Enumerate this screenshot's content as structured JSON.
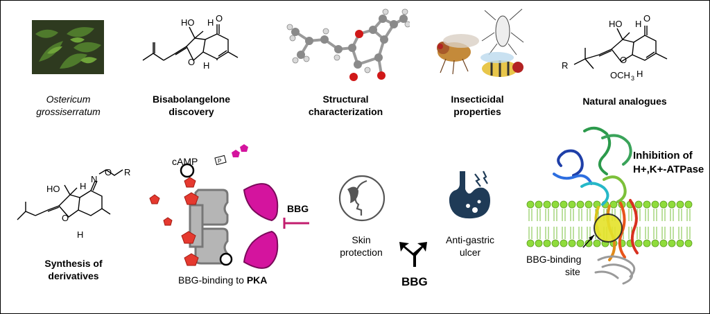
{
  "top_row": {
    "plant_species": [
      "Ostericum",
      "grossiserratum"
    ],
    "discovery": [
      "Bisabolangelone",
      "discovery"
    ],
    "structure": [
      "Structural",
      "characterization"
    ],
    "insecticidal": [
      "Insecticidal",
      "properties"
    ],
    "analogues": [
      "Natural analogues"
    ]
  },
  "molecules": {
    "ho": "HO",
    "h": "H",
    "o": "O",
    "r": "R",
    "och3": "OCH",
    "sub3": "3",
    "n": "N"
  },
  "bottom_row": {
    "synthesis": [
      "Synthesis of",
      "derivatives"
    ],
    "camp": "cAMP",
    "p": "P",
    "bbg": "BBG",
    "pka_prefix": "BBG-binding to ",
    "pka": "PKA",
    "skin": [
      "Skin",
      "protection"
    ],
    "ulcer": [
      "Anti-gastric",
      "ulcer"
    ],
    "bbg_center": "BBG",
    "inhibition": [
      "Inhibition of",
      "H+,K+-ATPase"
    ],
    "site": [
      "BBG-binding",
      "site"
    ]
  },
  "colors": {
    "magenta": "#d4149e",
    "pka_gray": "#b5b5b5",
    "red_pentagon": "#e5392f",
    "membrane_green": "#8fdc3c",
    "stomach": "#1f3b57"
  }
}
